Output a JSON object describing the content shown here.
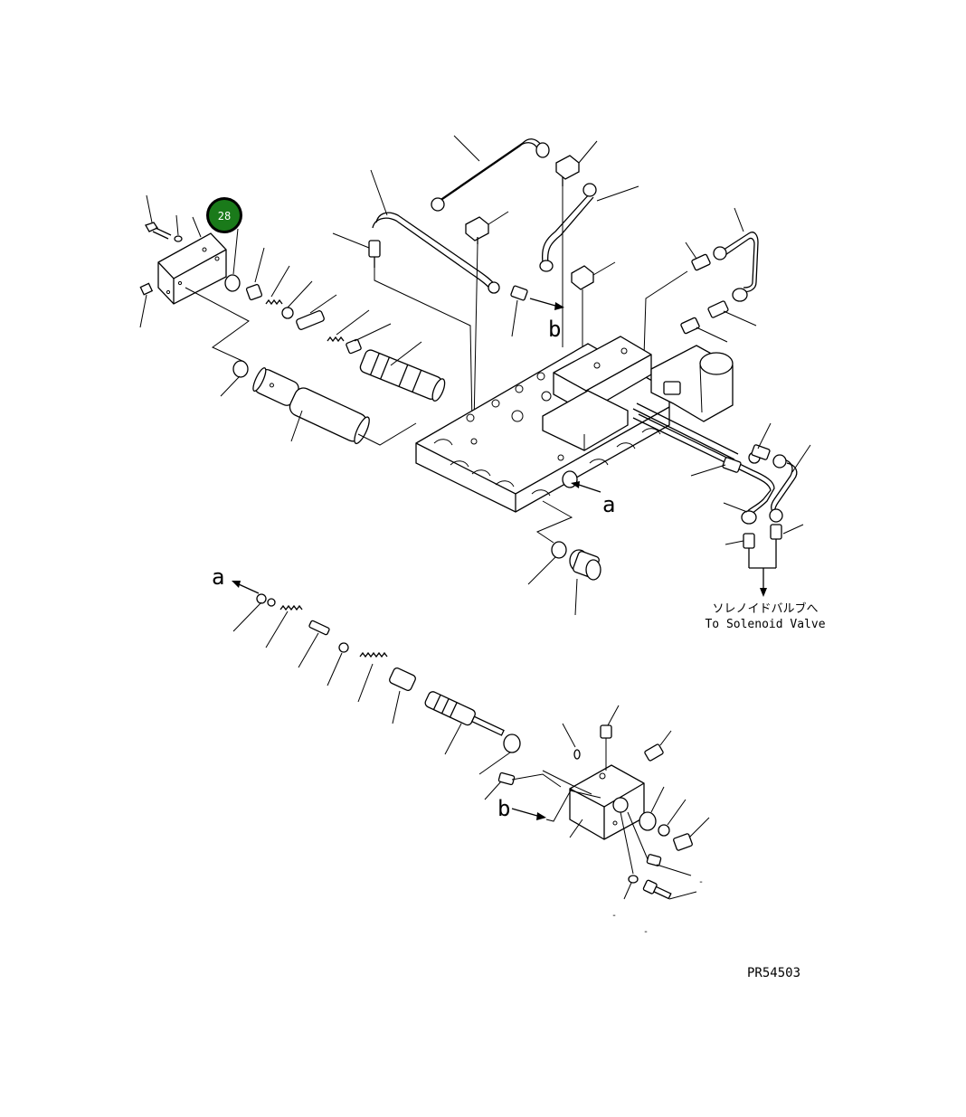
{
  "diagram": {
    "callout": {
      "number": "28",
      "color": "#1a7a1a",
      "ring_color": "#000000"
    },
    "ref_a_upper": "a",
    "ref_a_lower": "a",
    "ref_b_upper": "b",
    "ref_b_lower": "b",
    "solenoid_label_jp": "ソレノイドバルブへ",
    "solenoid_label_en": "To Solenoid Valve",
    "figure_code": "PR54503",
    "dash_mark_1": "-",
    "dash_mark_2": "-",
    "dash_mark_3": "-"
  }
}
